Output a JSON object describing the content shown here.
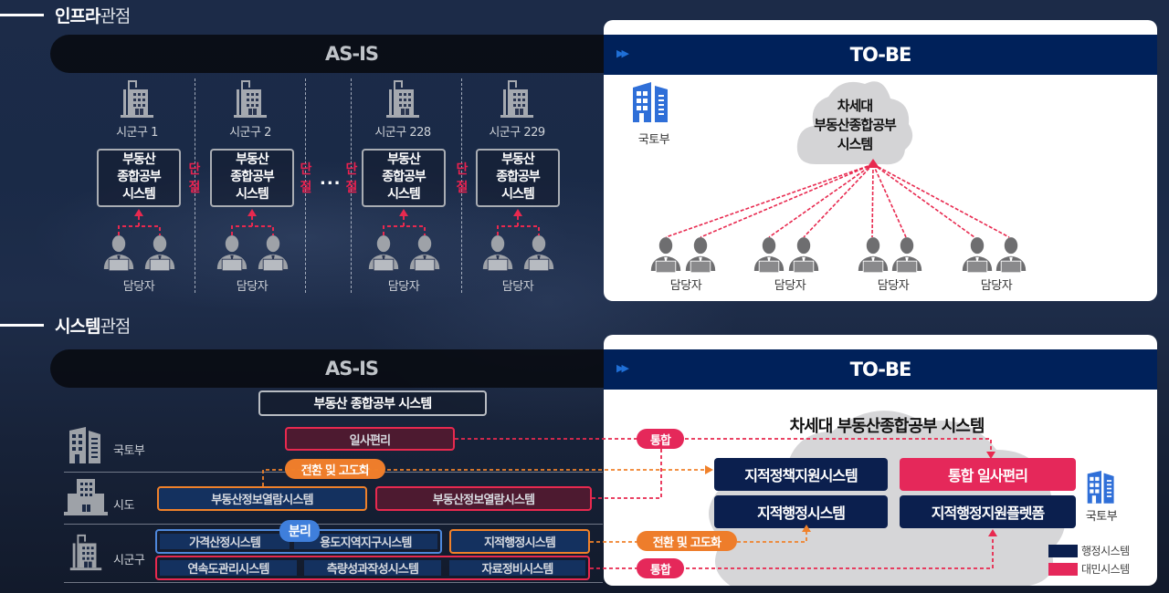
{
  "infra_section": {
    "title_bold": "인프라",
    "title_light": "관점",
    "asis_label": "AS-IS",
    "tobe_label": "TO-BE",
    "asis": {
      "districts": [
        {
          "name": "시군구 1",
          "system": [
            "부동산",
            "종합공부",
            "시스템"
          ],
          "staff": "담당자"
        },
        {
          "name": "시군구 2",
          "system": [
            "부동산",
            "종합공부",
            "시스템"
          ],
          "staff": "담당자"
        },
        {
          "name": "시군구 228",
          "system": [
            "부동산",
            "종합공부",
            "시스템"
          ],
          "staff": "담당자"
        },
        {
          "name": "시군구 229",
          "system": [
            "부동산",
            "종합공부",
            "시스템"
          ],
          "staff": "담당자"
        }
      ],
      "disconnect_label": [
        "단",
        "절"
      ],
      "ellipsis": "..."
    },
    "tobe": {
      "ministry_label": "국토부",
      "cloud_lines": [
        "차세대",
        "부동산종합공부",
        "시스템"
      ],
      "staff_groups": [
        "담당자",
        "담당자",
        "담당자",
        "담당자"
      ]
    }
  },
  "system_section": {
    "title_bold": "시스템",
    "title_light": "관점",
    "asis_label": "AS-IS",
    "tobe_label": "TO-BE",
    "asis": {
      "header_box": "부동산 종합공부 시스템",
      "rows": [
        {
          "label": "국토부"
        },
        {
          "label": "시도"
        },
        {
          "label": "시군구"
        }
      ],
      "ministry_box": "일사편리",
      "sido_boxes": [
        "부동산정보열람시스템",
        "부동산정보열람시스템"
      ],
      "sigungu_top": [
        "가격산정시스템",
        "용도지역지구시스템",
        "지적행정시스템"
      ],
      "sigungu_bottom": [
        "연속도관리시스템",
        "측량성과작성시스템",
        "자료정비시스템"
      ],
      "pill_convert": "전환 및 고도화",
      "pill_split": "분리"
    },
    "connectors": {
      "integrate_top": "통합",
      "convert": "전환 및 고도화",
      "integrate_bottom": "통합"
    },
    "tobe": {
      "cloud_title": "차세대 부동산종합공부 시스템",
      "systems": [
        {
          "label": "지적정책지원시스템",
          "type": "admin"
        },
        {
          "label": "통합 일사편리",
          "type": "civil"
        },
        {
          "label": "지적행정시스템",
          "type": "admin"
        },
        {
          "label": "지적행정지원플렛폼",
          "type": "admin"
        }
      ],
      "ministry_label": "국토부",
      "legend": [
        {
          "label": "행정시스템",
          "color": "#0b1f4e"
        },
        {
          "label": "대민시스템",
          "color": "#e5285a"
        }
      ]
    }
  },
  "colors": {
    "navy": "#00215a",
    "red": "#e8294f",
    "orange": "#f0812a",
    "blue": "#3f7fdc",
    "building_blue": "#2f6fd8"
  }
}
